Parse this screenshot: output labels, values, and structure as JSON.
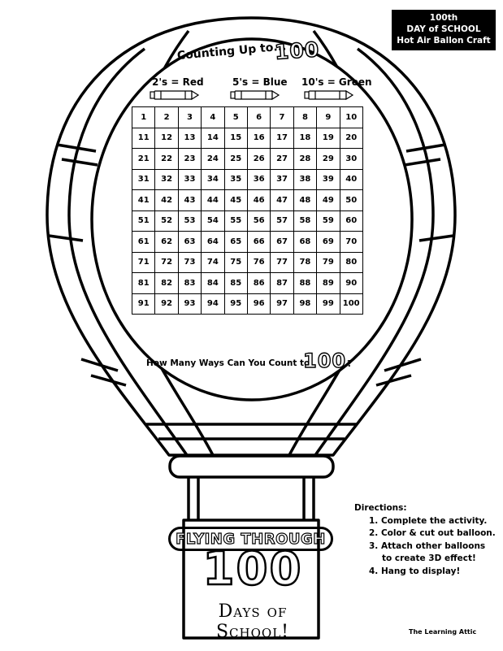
{
  "badge": {
    "line1": "100th",
    "line2": "DAY of SCHOOL",
    "line3": "Hot Air Ballon Craft"
  },
  "heading": {
    "text": "Counting Up to...",
    "number": "100"
  },
  "color_key": [
    {
      "label": "2's = Red"
    },
    {
      "label": "5's = Blue"
    },
    {
      "label": "10's = Green"
    }
  ],
  "hundred_chart": [
    [
      "1",
      "2",
      "3",
      "4",
      "5",
      "6",
      "7",
      "8",
      "9",
      "10"
    ],
    [
      "11",
      "12",
      "13",
      "14",
      "15",
      "16",
      "17",
      "18",
      "19",
      "20"
    ],
    [
      "21",
      "22",
      "23",
      "24",
      "25",
      "26",
      "27",
      "28",
      "29",
      "30"
    ],
    [
      "31",
      "32",
      "33",
      "34",
      "35",
      "36",
      "37",
      "38",
      "39",
      "40"
    ],
    [
      "41",
      "42",
      "43",
      "44",
      "45",
      "46",
      "47",
      "48",
      "49",
      "50"
    ],
    [
      "51",
      "52",
      "53",
      "54",
      "55",
      "56",
      "57",
      "58",
      "59",
      "60"
    ],
    [
      "61",
      "62",
      "63",
      "64",
      "65",
      "66",
      "67",
      "68",
      "69",
      "70"
    ],
    [
      "71",
      "72",
      "73",
      "74",
      "75",
      "76",
      "77",
      "78",
      "79",
      "80"
    ],
    [
      "81",
      "82",
      "83",
      "84",
      "85",
      "86",
      "87",
      "88",
      "89",
      "90"
    ],
    [
      "91",
      "92",
      "93",
      "94",
      "95",
      "96",
      "97",
      "98",
      "99",
      "100"
    ]
  ],
  "question": {
    "text": "How Many Ways Can You Count to",
    "number": "100",
    "mark": "?"
  },
  "basket": {
    "band_text": "FLYING THROUGH",
    "number": "100",
    "subtitle": "Days of School!"
  },
  "directions": {
    "heading": "Directions:",
    "steps": [
      {
        "num": "1.",
        "text": "Complete the activity."
      },
      {
        "num": "2.",
        "text": "Color & cut out balloon."
      },
      {
        "num": "3.",
        "text": "Attach other balloons to create 3D effect!"
      },
      {
        "num": "4.",
        "text": "Hang to display!"
      }
    ]
  },
  "credit": "The Learning Attic",
  "colors": {
    "ink": "#000000",
    "paper": "#ffffff"
  }
}
